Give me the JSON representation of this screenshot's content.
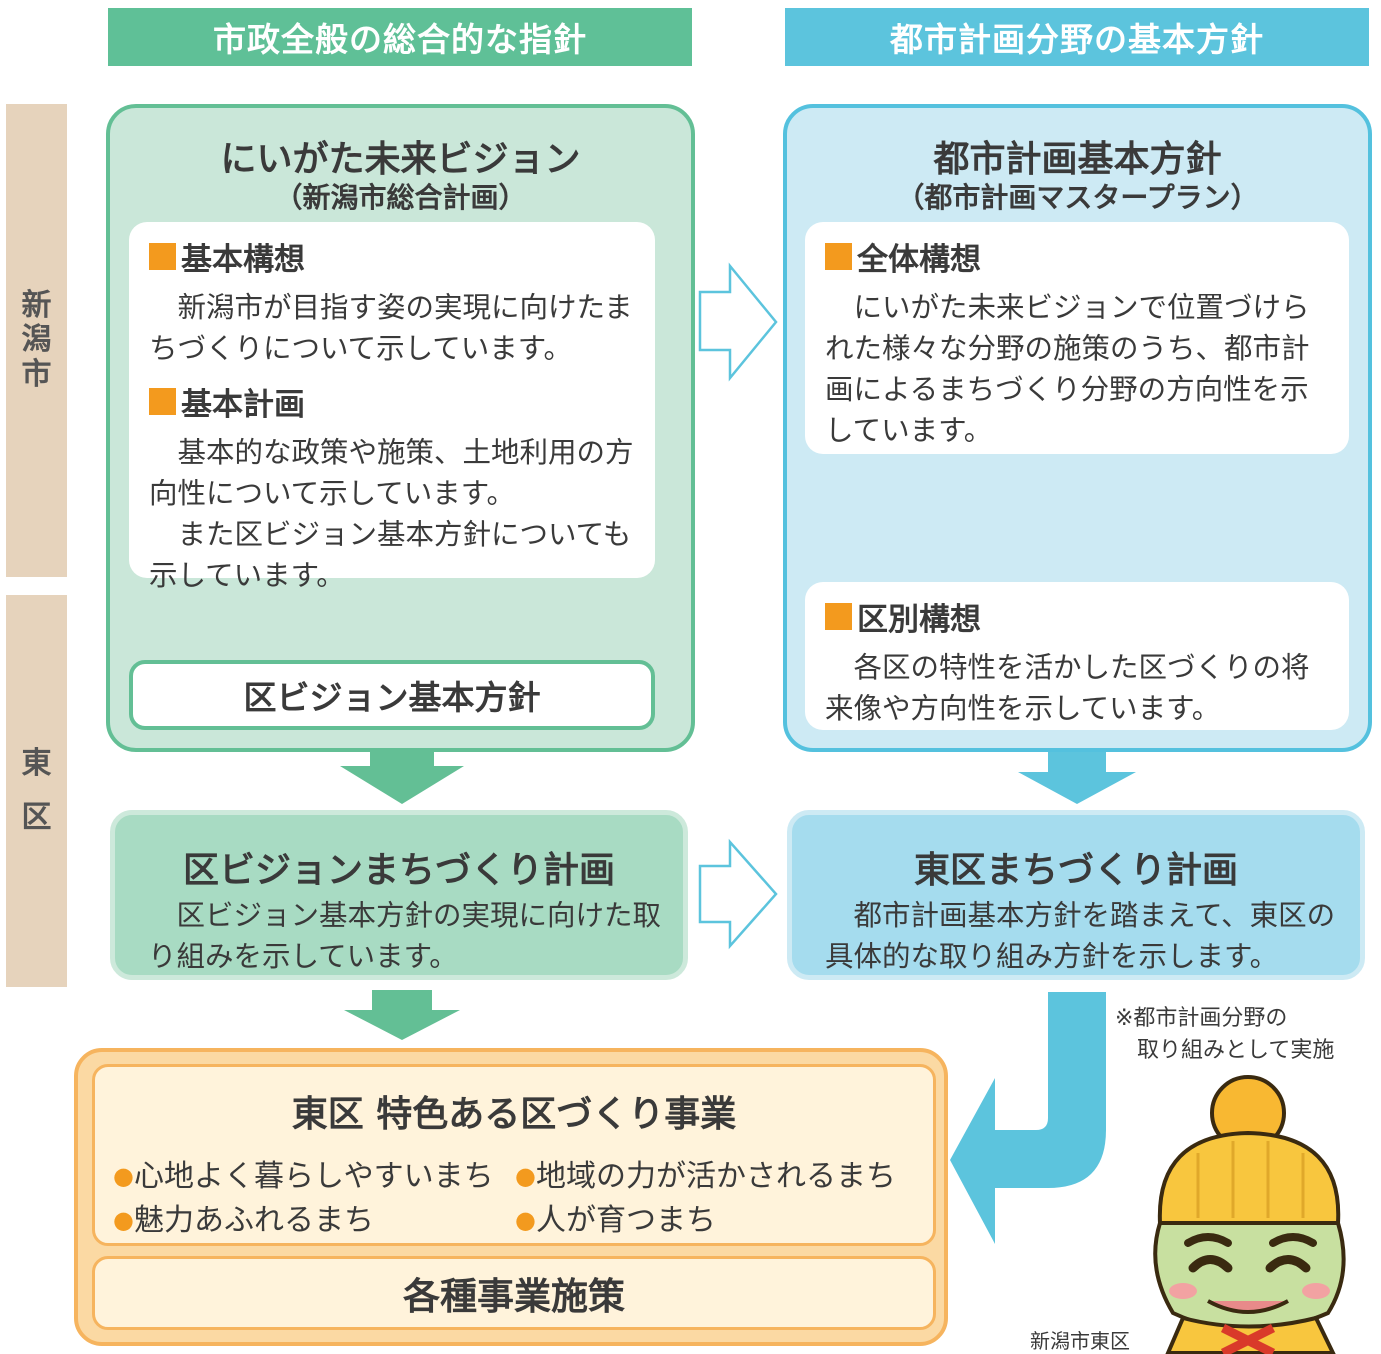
{
  "headers": {
    "left": "市政全般の総合的な指針",
    "right": "都市計画分野の基本方針"
  },
  "side_labels": {
    "city": [
      "新",
      "潟",
      "市"
    ],
    "ward": [
      "東",
      "区"
    ]
  },
  "vision_panel": {
    "title": "にいがた未来ビジョン",
    "subtitle": "（新潟市総合計画）",
    "sections": [
      {
        "heading": "基本構想",
        "paragraphs": [
          "新潟市が目指す姿の実現に向けたまちづくりについて示しています。"
        ]
      },
      {
        "heading": "基本計画",
        "paragraphs": [
          "基本的な政策や施策、土地利用の方向性について示しています。",
          "また区ビジョン基本方針についても示しています。"
        ]
      }
    ],
    "ward_policy": "区ビジョン基本方針"
  },
  "urban_panel": {
    "title": "都市計画基本方針",
    "subtitle": "（都市計画マスタープラン）",
    "overall": {
      "heading": "全体構想",
      "paragraph": "にいがた未来ビジョンで位置づけられた様々な分野の施策のうち、都市計画によるまちづくり分野の方向性を示しています。"
    },
    "ward": {
      "heading": "区別構想",
      "paragraph": "各区の特性を活かした区づくりの将来像や方向性を示しています。"
    }
  },
  "ward_vision_plan": {
    "title": "区ビジョンまちづくり計画",
    "paragraph": "区ビジョン基本方針の実現に向けた取り組みを示しています。"
  },
  "east_ward_plan": {
    "title": "東区まちづくり計画",
    "paragraph": "都市計画基本方針を踏まえて、東区の具体的な取り組み方針を示します。"
  },
  "note": [
    "※都市計画分野の",
    "取り組みとして実施"
  ],
  "projects": {
    "title": "東区 特色ある区づくり事業",
    "items": [
      "心地よく暮らしやすいまち",
      "地域の力が活かされるまち",
      "魅力あふれるまち",
      "人が育つまち"
    ],
    "bullet": "●",
    "sub_title": "各種事業施策"
  },
  "mascot_caption": "新潟市東区",
  "colors": {
    "green_header": "#5fc097",
    "blue_header": "#5cc4dd",
    "green_panel_bg": "#cae7d9",
    "green_border": "#63bf95",
    "blue_panel_bg": "#cdeaf4",
    "blue_border": "#54c1de",
    "orange_border": "#f6b45e",
    "orange_bg": "#fff3db",
    "bullet_orange": "#f39a1e",
    "side_beige": "#e6d3bc"
  }
}
